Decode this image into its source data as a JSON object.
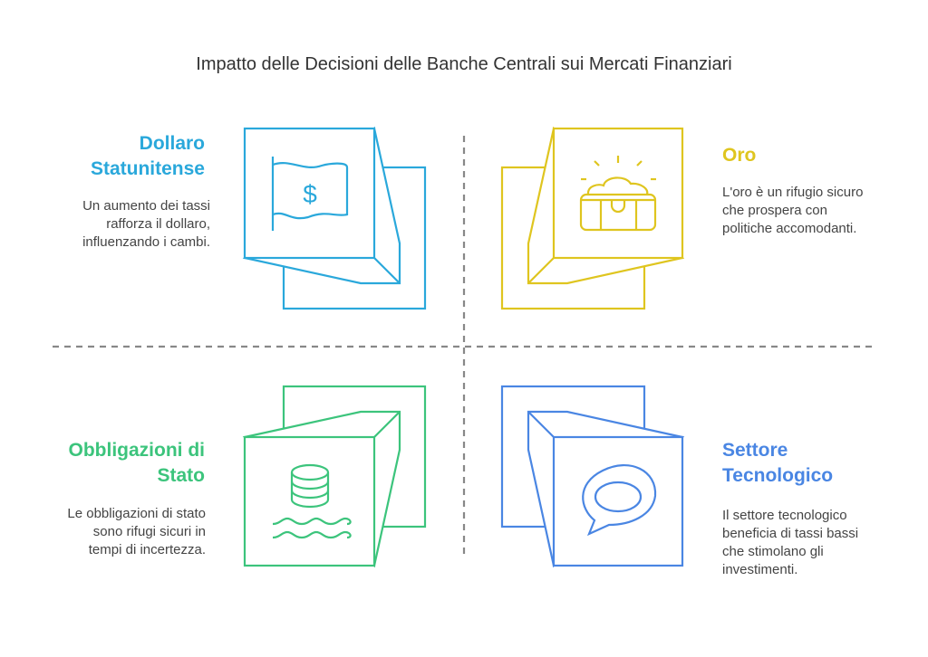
{
  "title": "Impatto delle Decisioni delle Banche Centrali sui Mercati Finanziari",
  "quadrants": [
    {
      "heading": "Dollaro Statunitense",
      "text": "Un aumento dei tassi rafforza il dollaro, influenzando i cambi.",
      "icon": "dollar-flag-icon",
      "color": "#2aa8db"
    },
    {
      "heading": "Oro",
      "text": "L'oro è un rifugio sicuro che prospera con politiche accomodanti.",
      "icon": "treasure-chest-icon",
      "color": "#dfc51f"
    },
    {
      "heading": "Obbligazioni di Stato",
      "text": "Le obbligazioni di stato sono rifugi sicuri in tempi di incertezza.",
      "icon": "coins-water-icon",
      "color": "#3cc47c"
    },
    {
      "heading": "Settore Tecnologico",
      "text": "Il settore tecnologico beneficia di tassi bassi che stimolano gli investimenti.",
      "icon": "chat-bubble-icon",
      "color": "#4a86e3"
    }
  ]
}
